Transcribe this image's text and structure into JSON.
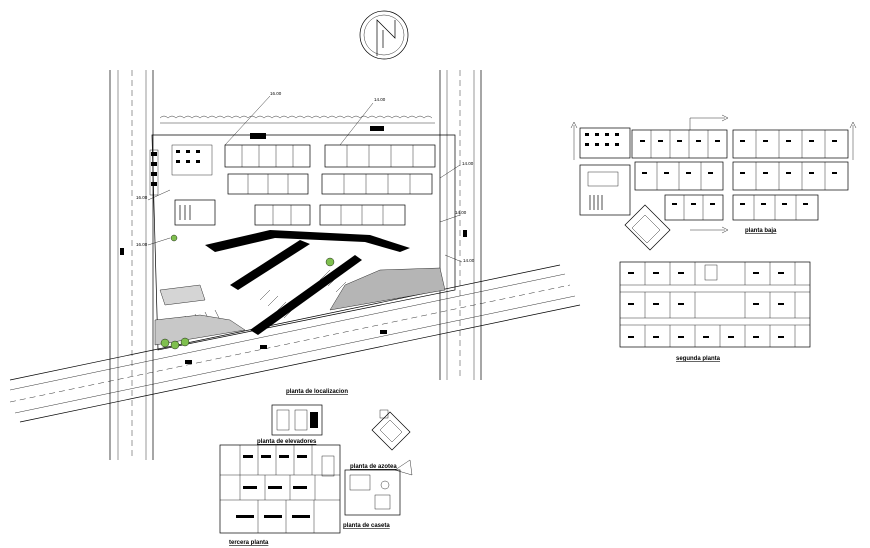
{
  "drawing": {
    "north_symbol": "north-arrow-icon",
    "site_plan": {
      "title": "planta de localizacion",
      "dimensions": [
        "16.00",
        "14.00",
        "14.00",
        "16.00",
        "16.00",
        "14.00",
        "14.00"
      ]
    },
    "ground_floor": {
      "title": "planta baja"
    },
    "second_floor": {
      "title": "segunda planta"
    },
    "third_floor": {
      "title": "tercera planta"
    },
    "elevator_plan": {
      "title": "planta de elevadores"
    },
    "roof_plan": {
      "title": "planta de azotea"
    },
    "gatehouse_plan": {
      "title": "planta de caseta"
    }
  }
}
